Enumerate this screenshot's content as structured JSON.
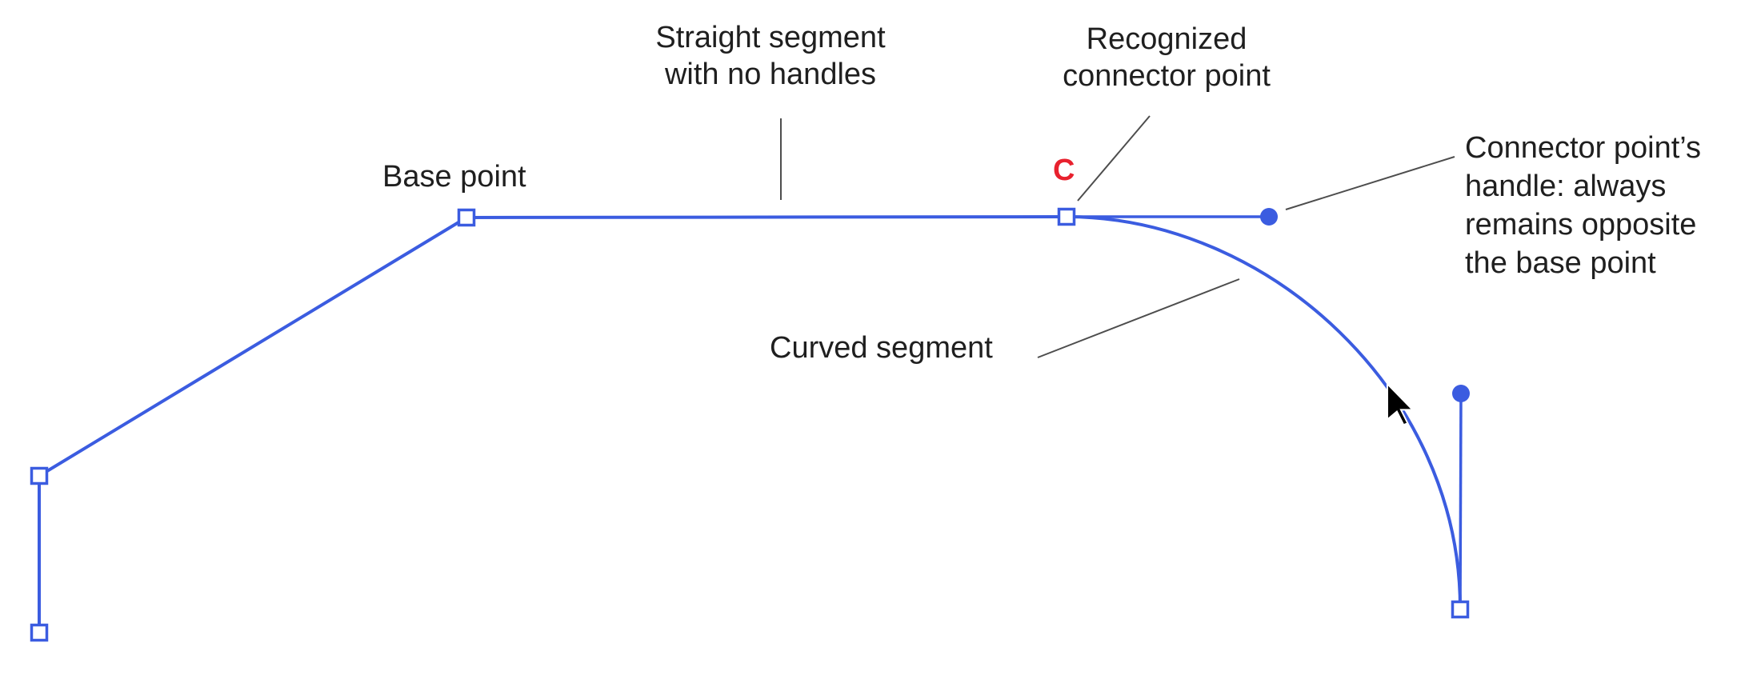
{
  "labels": {
    "straight_segment": "Straight segment\nwith no handles",
    "recognized_connector": "Recognized\nconnector point",
    "base_point": "Base point",
    "connector_marker": "C",
    "connector_handle_note": "Connector point’s\nhandle: always\nremains opposite\nthe base point",
    "curved_segment": "Curved segment"
  },
  "colors": {
    "path_blue": "#3b5ce0",
    "leader": "#4d4d4d",
    "text": "#1f1f1f",
    "connector_red": "#e8212e",
    "cursor": "#000000",
    "background": "#ffffff"
  }
}
